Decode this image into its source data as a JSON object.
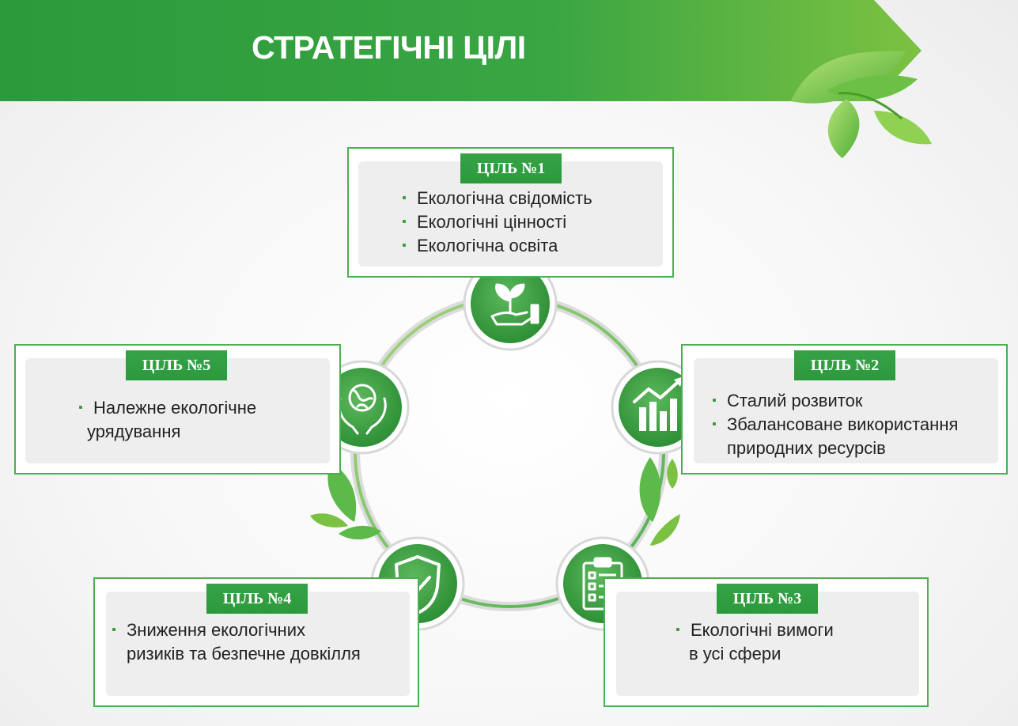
{
  "header": {
    "title": "СТРАТЕГІЧНІ ЦІЛІ"
  },
  "colors": {
    "primary_green": "#2e9e3e",
    "light_green": "#7cc242",
    "border_green": "#4caf50",
    "card_gray": "#eeeeee"
  },
  "goals": [
    {
      "badge": "ЦІЛЬ №1",
      "icon": "plant-in-hand-icon",
      "items": [
        "Екологічна свідомість",
        "Екологічні цінності",
        "Екологічна освіта"
      ]
    },
    {
      "badge": "ЦІЛЬ №2",
      "icon": "growth-chart-icon",
      "items": [
        "Сталий розвиток",
        "Збалансоване використання",
        "природних ресурсів"
      ]
    },
    {
      "badge": "ЦІЛЬ №3",
      "icon": "clipboard-checklist-icon",
      "items": [
        "Екологічні вимоги",
        "в усі сфери"
      ]
    },
    {
      "badge": "ЦІЛЬ №4",
      "icon": "shield-check-icon",
      "items": [
        "Зниження екологічних",
        "ризиків та безпечне довкілля"
      ]
    },
    {
      "badge": "ЦІЛЬ №5",
      "icon": "globe-in-hands-icon",
      "items": [
        "Належне екологічне",
        "урядування"
      ]
    }
  ]
}
